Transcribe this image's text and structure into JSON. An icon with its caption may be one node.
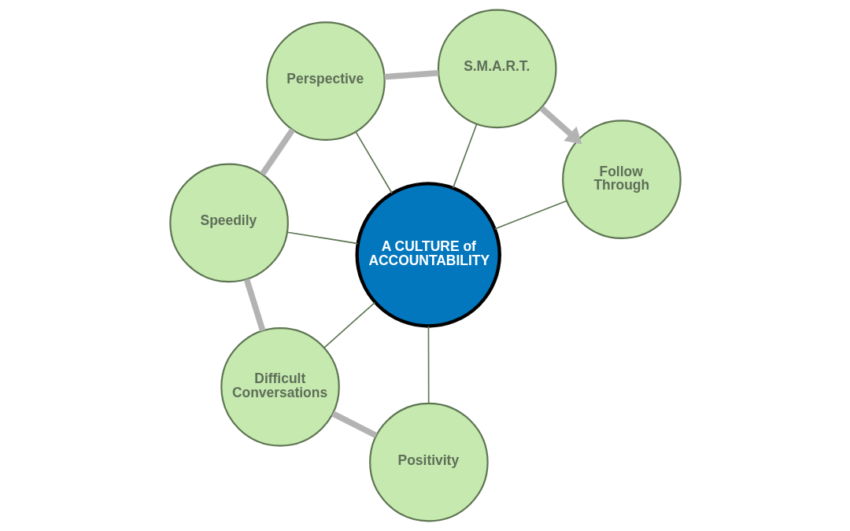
{
  "diagram": {
    "nodes": [
      {
        "text": [
          "A CULTURE of ACCOUNTABILITY"
        ]
      },
      {
        "text": [
          "Positivity"
        ]
      },
      {
        "text": [
          "Follow Through"
        ]
      },
      {
        "text": [
          "S.M.A.R.T."
        ]
      },
      {
        "text": [
          "Perspective"
        ]
      },
      {
        "text": [
          "Speedily"
        ]
      },
      {
        "text": [
          "Difficult Conversations"
        ]
      }
    ],
    "edges": [
      {
        "from": 0,
        "to": 1,
        "arrow": "none"
      },
      {
        "from": 0,
        "to": 2,
        "arrow": "none"
      },
      {
        "from": 0,
        "to": 3,
        "arrow": "none"
      },
      {
        "from": 0,
        "to": 4,
        "arrow": "none"
      },
      {
        "from": 0,
        "to": 5,
        "arrow": "none"
      },
      {
        "from": 0,
        "to": 6,
        "arrow": "none"
      },
      {
        "from": 1,
        "to": 6,
        "arrow": "none",
        "style": "thick",
        "color": "#b3b3b3"
      },
      {
        "from": 6,
        "to": 5,
        "arrow": "none",
        "style": "thick",
        "color": "#b3b3b3"
      },
      {
        "from": 5,
        "to": 4,
        "arrow": "none",
        "style": "thick",
        "color": "#b3b3b3"
      },
      {
        "from": 4,
        "to": 3,
        "arrow": "none",
        "style": "thick",
        "color": "#b3b3b3"
      },
      {
        "from": 3,
        "to": 2,
        "arrow": "to",
        "style": "thick",
        "color": "#b3b3b3"
      }
    ]
  }
}
